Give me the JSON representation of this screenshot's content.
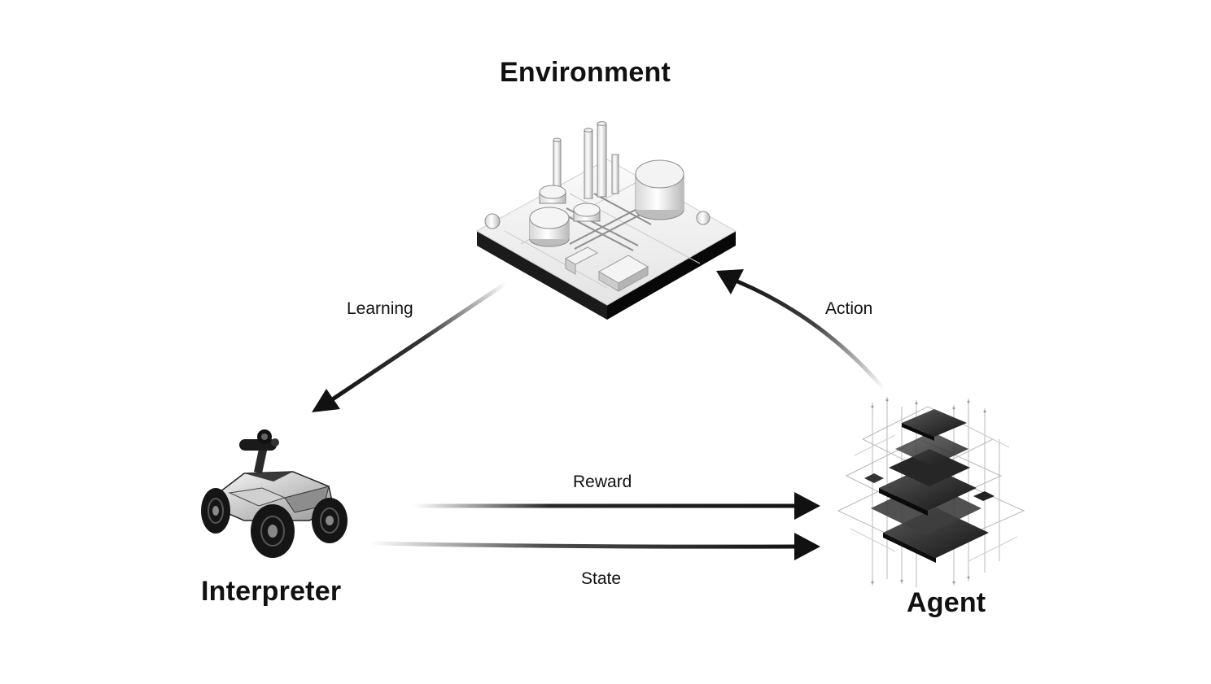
{
  "nodes": {
    "environment": {
      "label": "Environment",
      "icon": "industrial-plant-icon"
    },
    "interpreter": {
      "label": "Interpreter",
      "icon": "rover-robot-icon"
    },
    "agent": {
      "label": "Agent",
      "icon": "layered-chip-icon"
    }
  },
  "edges": {
    "learning": {
      "label": "Learning",
      "from": "Environment",
      "to": "Interpreter"
    },
    "action": {
      "label": "Action",
      "from": "Agent",
      "to": "Environment"
    },
    "reward": {
      "label": "Reward",
      "from": "Interpreter",
      "to": "Agent"
    },
    "state": {
      "label": "State",
      "from": "Interpreter",
      "to": "Agent"
    }
  },
  "colors": {
    "ink": "#111111",
    "background": "#ffffff"
  }
}
